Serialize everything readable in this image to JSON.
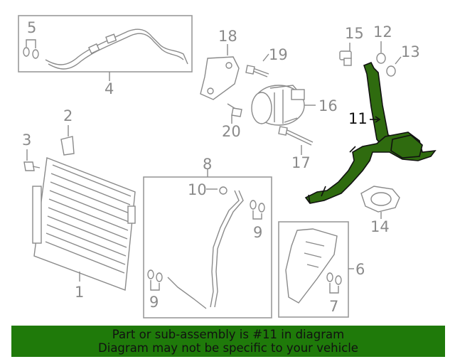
{
  "diagram": {
    "callouts": {
      "c1": "1",
      "c2": "2",
      "c3": "3",
      "c4": "4",
      "c5": "5",
      "c6": "6",
      "c7": "7",
      "c8": "8",
      "c9a": "9",
      "c9b": "9",
      "c10": "10",
      "c11": "11",
      "c12": "12",
      "c13": "13",
      "c14": "14",
      "c15": "15",
      "c16": "16",
      "c17": "17",
      "c18": "18",
      "c19": "19",
      "c20": "20"
    },
    "highlight_part": "11",
    "colors": {
      "highlight": "#2f6b0f",
      "banner": "#1f7a0a",
      "line": "#8a8a8a"
    }
  },
  "banner": {
    "line1": "Part or sub-assembly is #11 in diagram",
    "line2": "Diagram may not be specific to your vehicle"
  }
}
